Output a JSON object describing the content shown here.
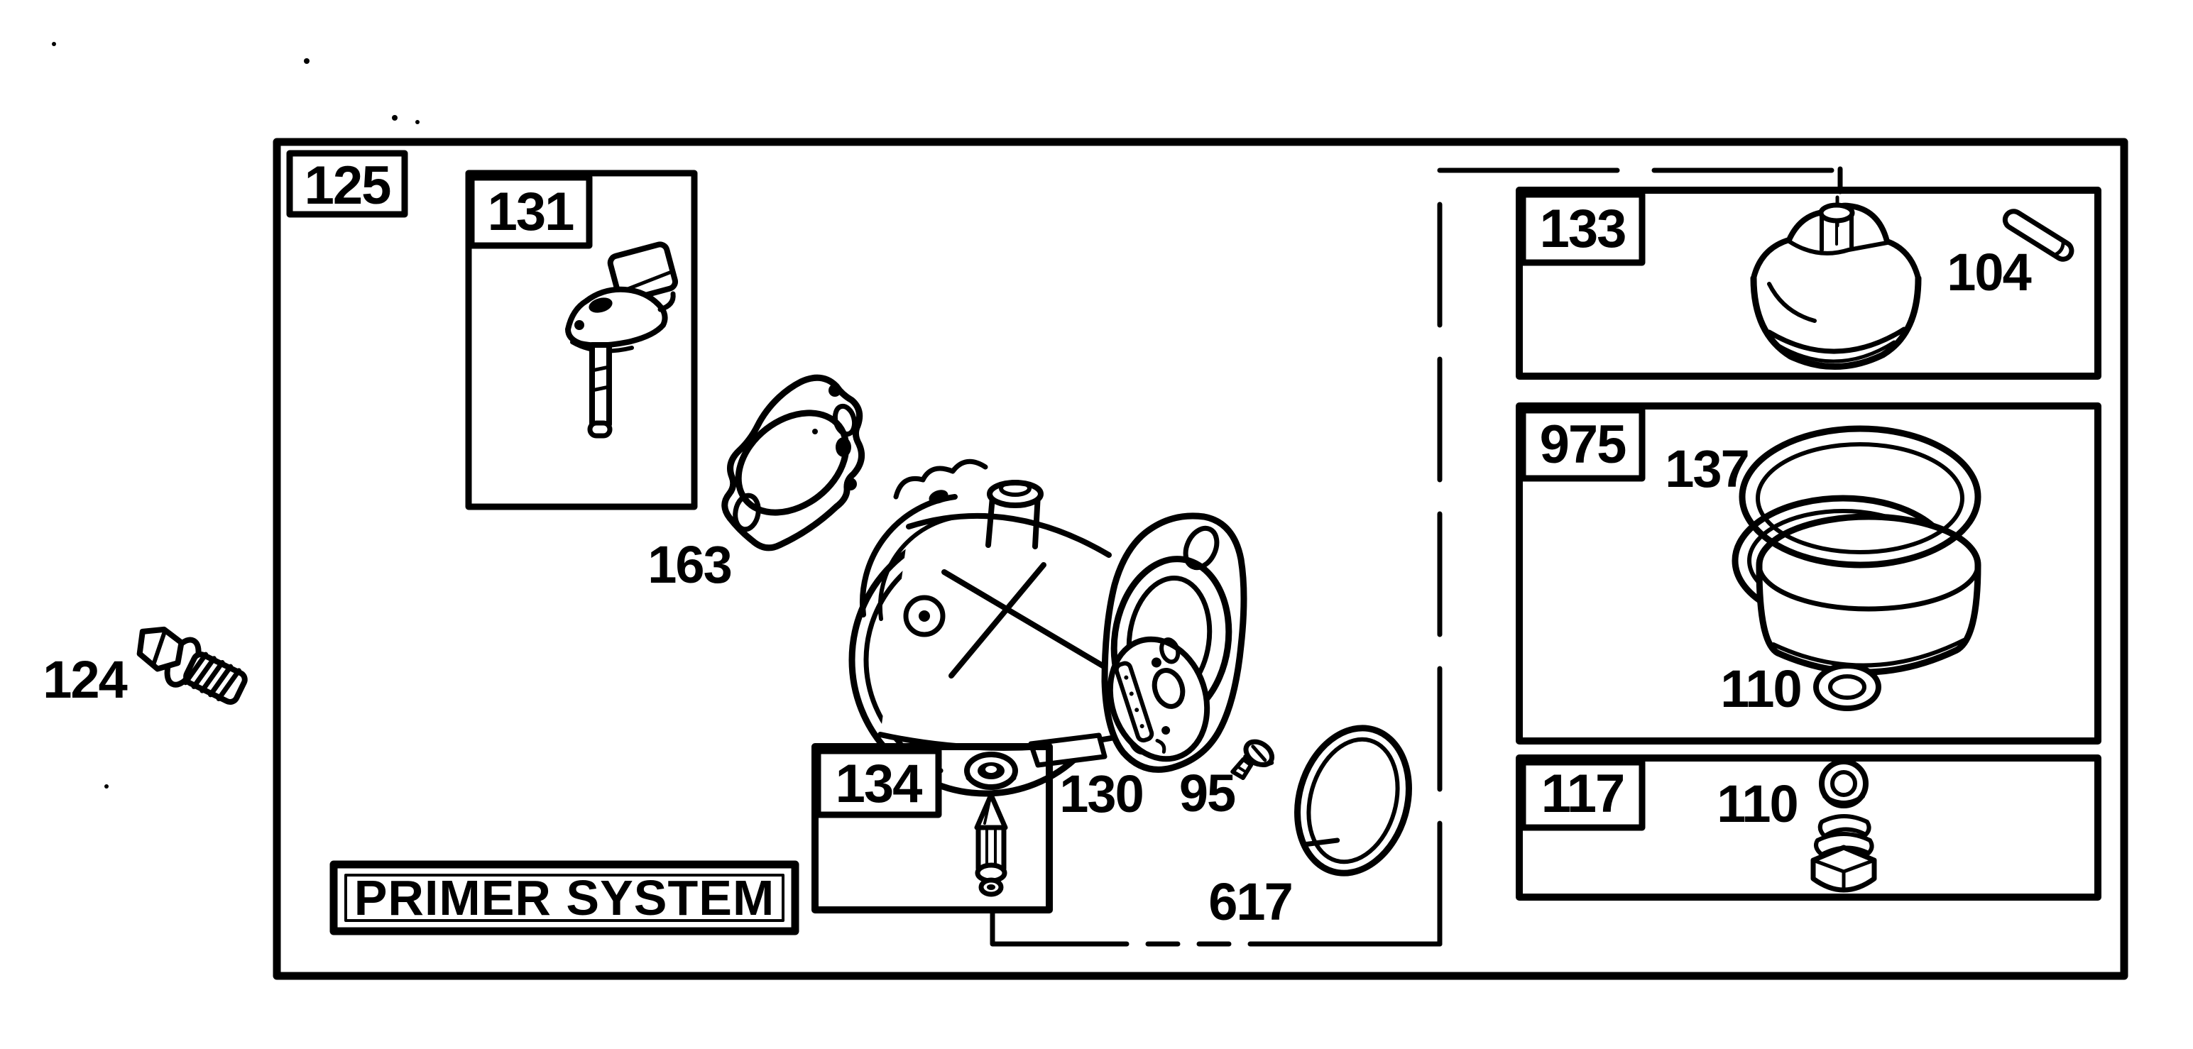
{
  "colors": {
    "ink": "#000000",
    "paper": "#ffffff"
  },
  "diagram": {
    "assembly_number": "125",
    "title": "PRIMER SYSTEM",
    "inset_boxes": {
      "primer_lever": "131",
      "needle_seat": "134",
      "primer_bulb": "133",
      "fuel_bowl": "975",
      "bowl_nut": "117"
    },
    "callouts": {
      "bolt": "124",
      "gasket": "163",
      "metering_plate": "130",
      "screw": "95",
      "large_o_ring": "617",
      "pin": "104",
      "bowl_o_ring": "137",
      "bowl_washer": "110",
      "nut_washer": "110"
    }
  }
}
